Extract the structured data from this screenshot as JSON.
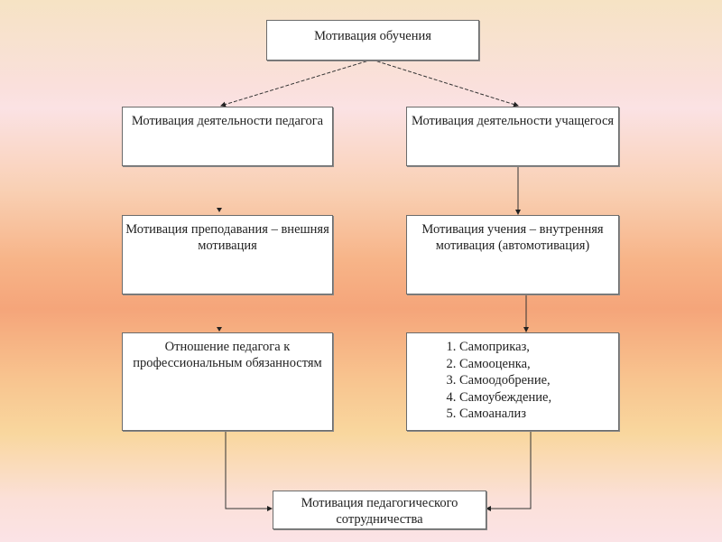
{
  "top": {
    "label": "Мотивация обучения"
  },
  "left": {
    "level1": "Мотивация деятельности педагога",
    "level2": "Мотивация преподавания – внешняя мотивация",
    "level3": "Отношение педагога к профессиональным обязанностям"
  },
  "right": {
    "level1": "Мотивация деятельности учащегося",
    "level2": "Мотивация учения – внутренняя мотивация (автомотивация)",
    "items": [
      "Самоприказ,",
      "Самооценка,",
      "Самоодобрение,",
      "Самоубеждение,",
      "Самоанализ"
    ]
  },
  "bottom": {
    "label": "Мотивация педагогического сотрудничества"
  }
}
